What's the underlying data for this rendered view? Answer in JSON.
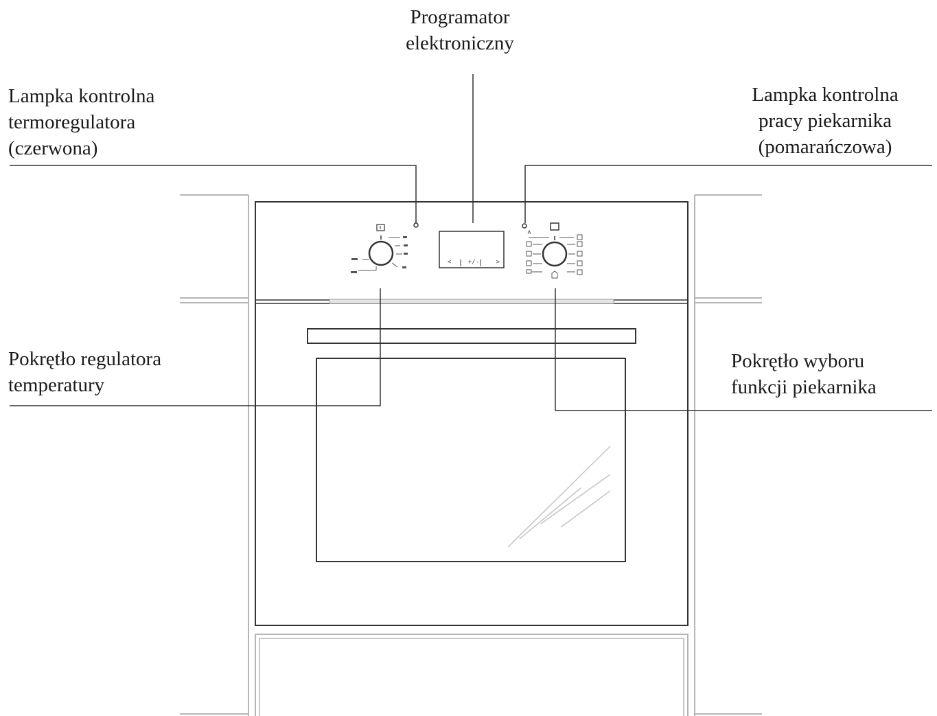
{
  "callouts": {
    "programmer": {
      "lines": [
        "Programator",
        "elektroniczny"
      ]
    },
    "thermo_lamp": {
      "lines": [
        "Lampka kontrolna",
        "termoregulatora",
        "(czerwona)"
      ]
    },
    "oven_lamp": {
      "lines": [
        "Lampka kontrolna",
        "pracy piekarnika",
        "(pomarańczowa)"
      ]
    },
    "temp_knob": {
      "lines": [
        "Pokrętło regulatora",
        "temperatury"
      ]
    },
    "function_knob": {
      "lines": [
        "Pokrętło wyboru",
        "funkcji piekarnika"
      ]
    }
  },
  "programmer_display": {
    "buttons": [
      "<",
      "+/-",
      ">"
    ]
  },
  "colors": {
    "line": "#333333",
    "cabinet": "#b5b5b5",
    "text": "#1a1a1a"
  }
}
